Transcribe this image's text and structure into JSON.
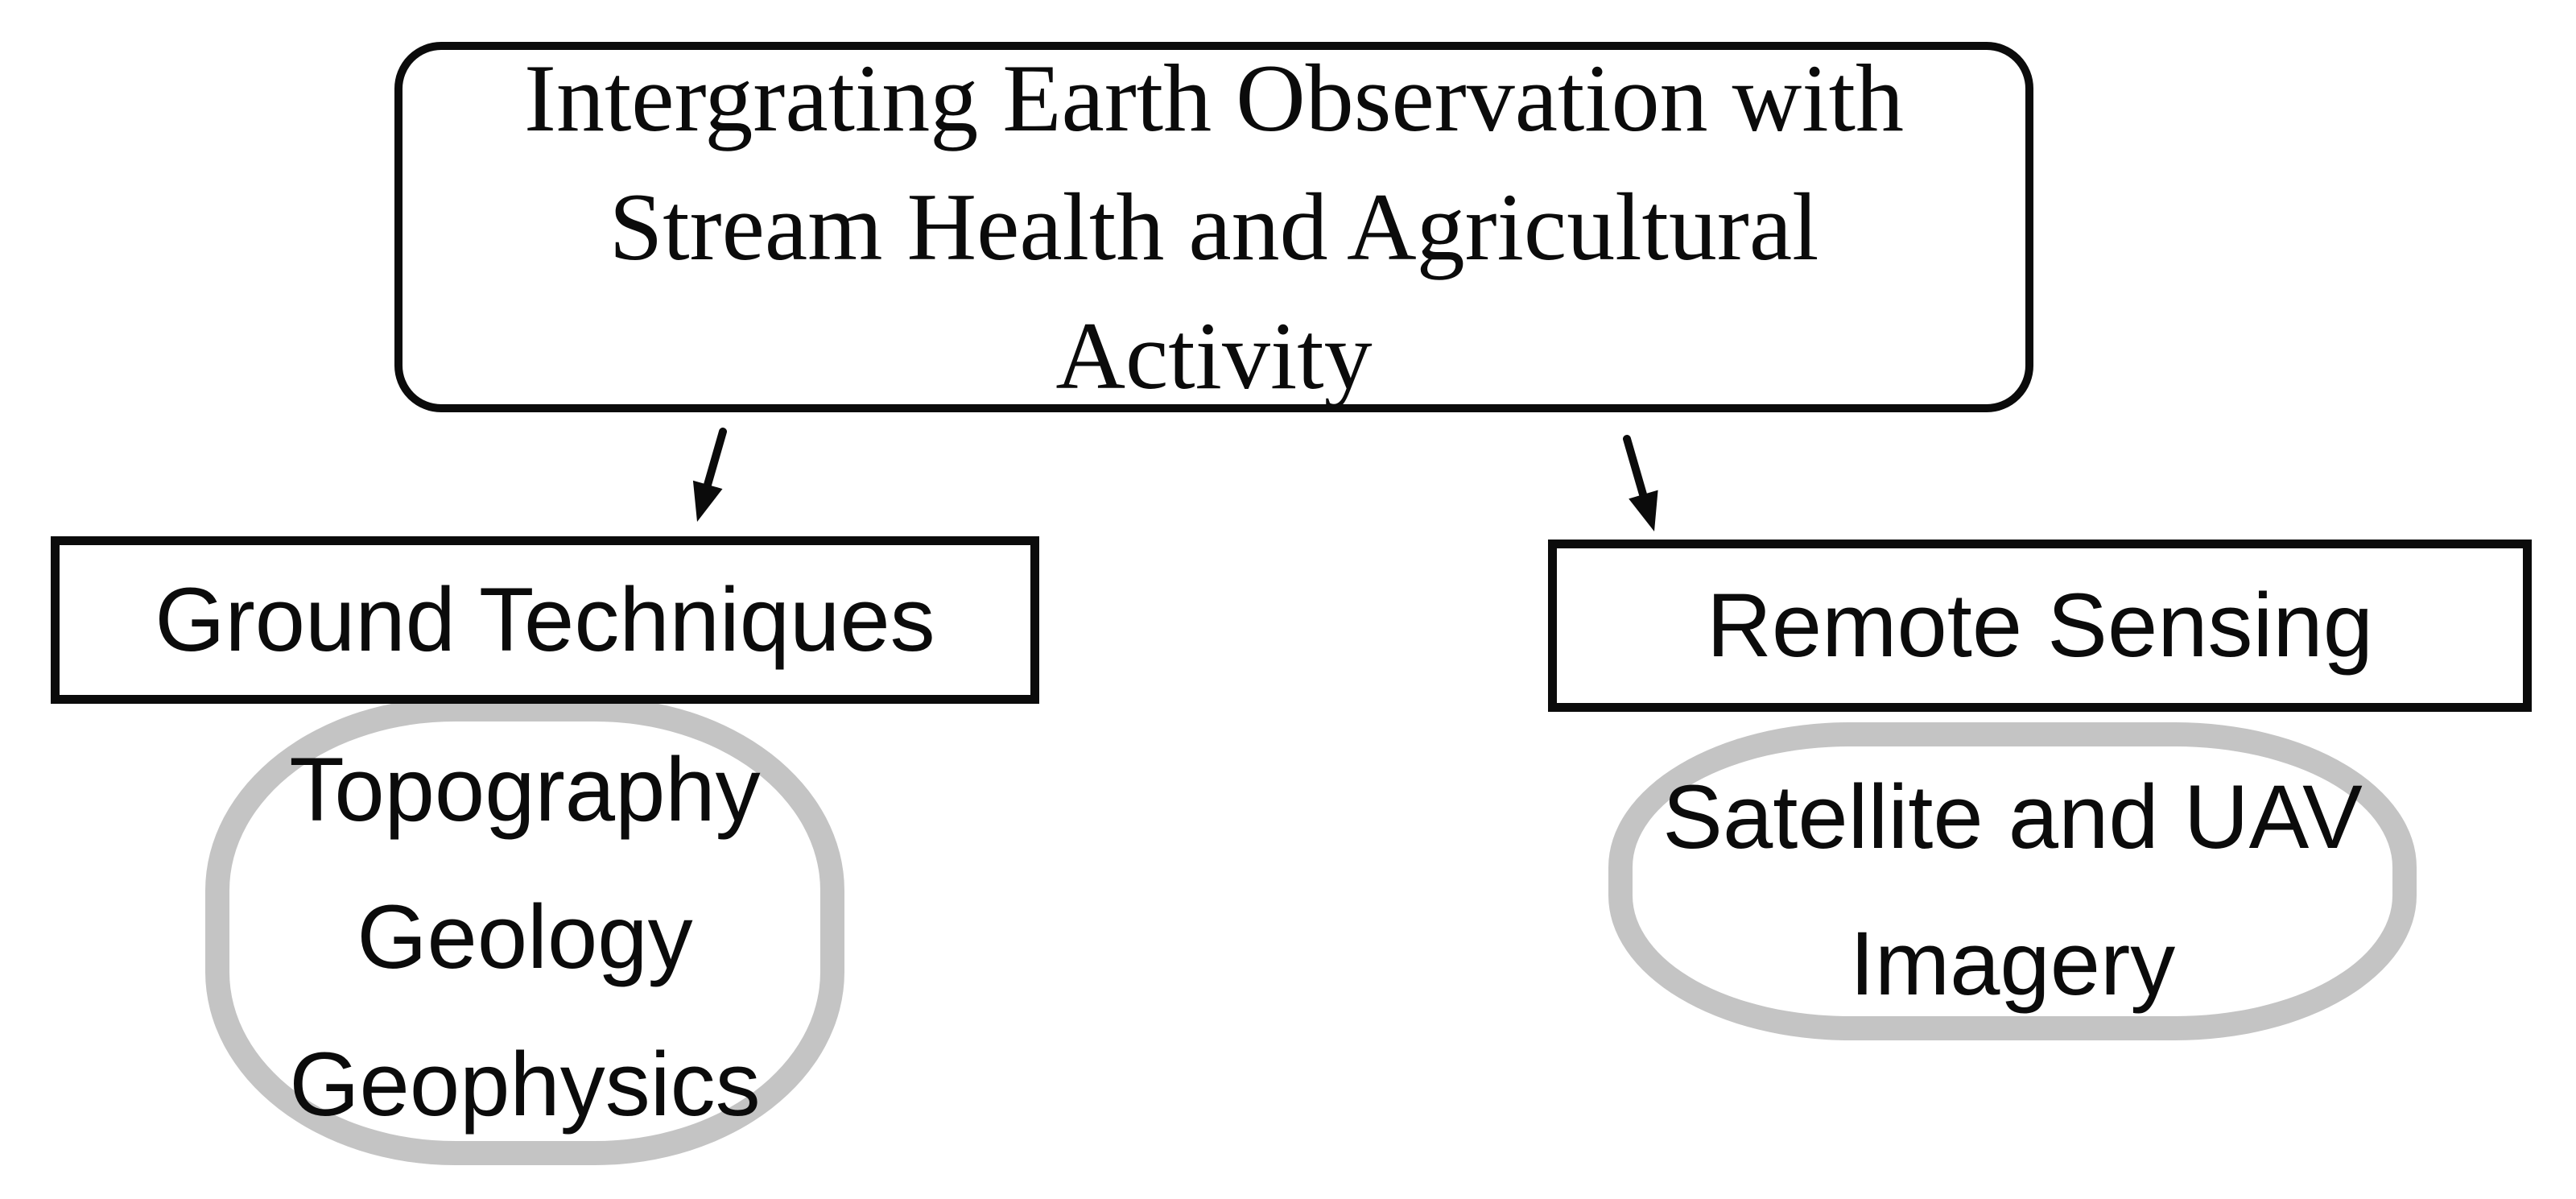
{
  "diagram": {
    "root": {
      "lines": [
        "Intergrating Earth Observation with",
        "Stream Health and Agricultural",
        "Activity"
      ]
    },
    "left_branch": {
      "label": "Ground Techniques",
      "items": [
        "Topography",
        "Geology",
        "Geophysics"
      ]
    },
    "right_branch": {
      "label": "Remote Sensing",
      "items": [
        "Satellite and UAV",
        "Imagery"
      ]
    },
    "colors": {
      "node_border": "#0b0b0b",
      "text": "#0b0b0b",
      "oval_border": "#c4c4c4",
      "background": "#ffffff"
    }
  }
}
